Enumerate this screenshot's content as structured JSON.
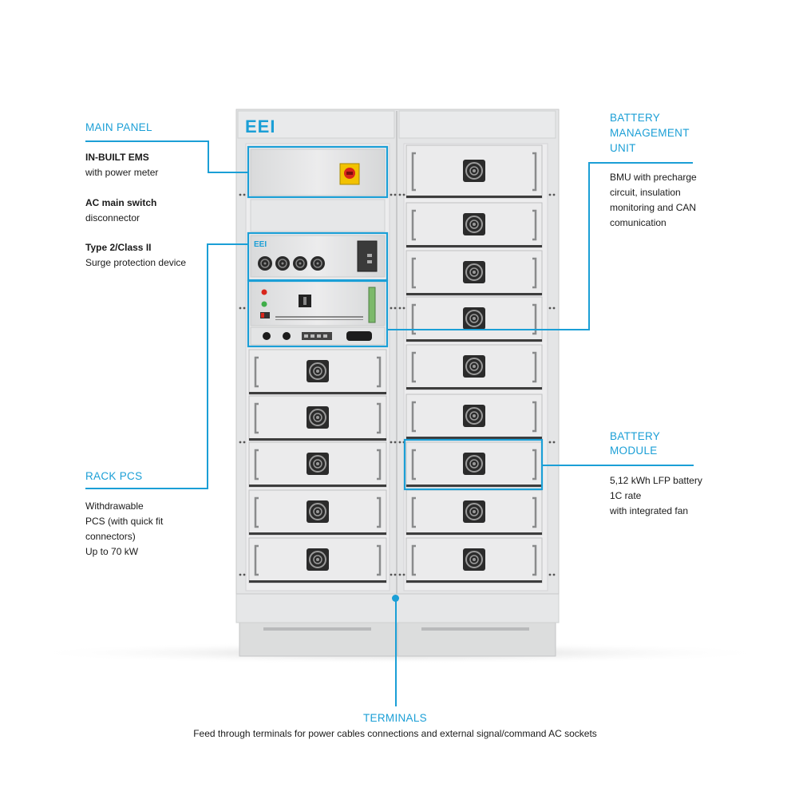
{
  "brand": {
    "logo_text": "EEI",
    "accent": "#1b9fd6"
  },
  "main_panel": {
    "title": "MAIN PANEL",
    "items": [
      {
        "head": "IN-BUILT EMS",
        "desc": "with power meter"
      },
      {
        "head": "AC main switch",
        "desc": "disconnector"
      },
      {
        "head": "Type 2/Class II",
        "desc": "Surge protection device"
      }
    ]
  },
  "rack_pcs": {
    "title": "RACK PCS",
    "lines": [
      "Withdrawable",
      "PCS (with quick fit",
      "connectors)",
      "Up to 70 kW"
    ]
  },
  "bmu": {
    "title_lines": [
      "BATTERY",
      "MANAGEMENT",
      "UNIT"
    ],
    "lines": [
      "BMU with precharge",
      "circuit, insulation",
      "monitoring and CAN",
      "comunication"
    ]
  },
  "battery_module": {
    "title_lines": [
      "BATTERY",
      "MODULE"
    ],
    "lines": [
      "5,12 kWh LFP battery",
      "1C rate",
      "with integrated fan"
    ]
  },
  "terminals": {
    "title": "TERMINALS",
    "desc": "Feed through terminals for power cables connections and external signal/command AC sockets"
  }
}
